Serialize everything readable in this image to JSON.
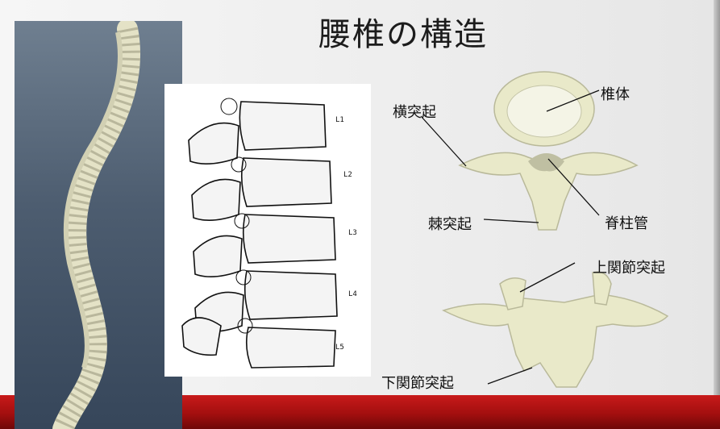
{
  "slide": {
    "title": "腰椎の構造",
    "accent_color": "#b81414",
    "bone_color": "#e9e9c9"
  },
  "drawing": {
    "levels": [
      "L1",
      "L2",
      "L3",
      "L4",
      "L5"
    ]
  },
  "labels": {
    "vertebral_body": "椎体",
    "transverse_process": "横突起",
    "spinous_process": "棘突起",
    "spinal_canal": "脊柱管",
    "superior_articular_process": "上関節突起",
    "inferior_articular_process": "下関節突起"
  }
}
